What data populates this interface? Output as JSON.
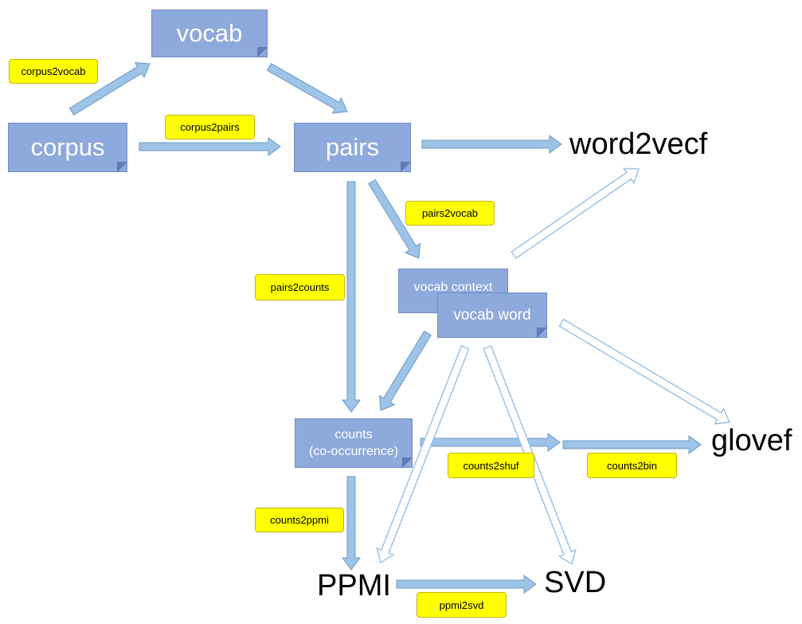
{
  "nodes": {
    "vocab": "vocab",
    "corpus": "corpus",
    "pairs": "pairs",
    "vocab_context": "vocab context",
    "vocab_word": "vocab word",
    "counts_line1": "counts",
    "counts_line2": "(co-occurrence)"
  },
  "outputs": {
    "word2vecf": "word2vecf",
    "glovef": "glovef",
    "ppmi": "PPMI",
    "svd": "SVD"
  },
  "labels": {
    "corpus2vocab": "corpus2vocab",
    "corpus2pairs": "corpus2pairs",
    "pairs2vocab": "pairs2vocab",
    "pairs2counts": "pairs2counts",
    "counts2shuf": "counts2shuf",
    "counts2bin": "counts2bin",
    "counts2ppmi": "counts2ppmi",
    "ppmi2svd": "ppmi2svd"
  },
  "colors": {
    "box_fill": "#8EA9DB",
    "arrow_fill": "#9DC3E6",
    "arrow_stroke": "#6F9BC9",
    "label_fill": "#FFFF00"
  }
}
